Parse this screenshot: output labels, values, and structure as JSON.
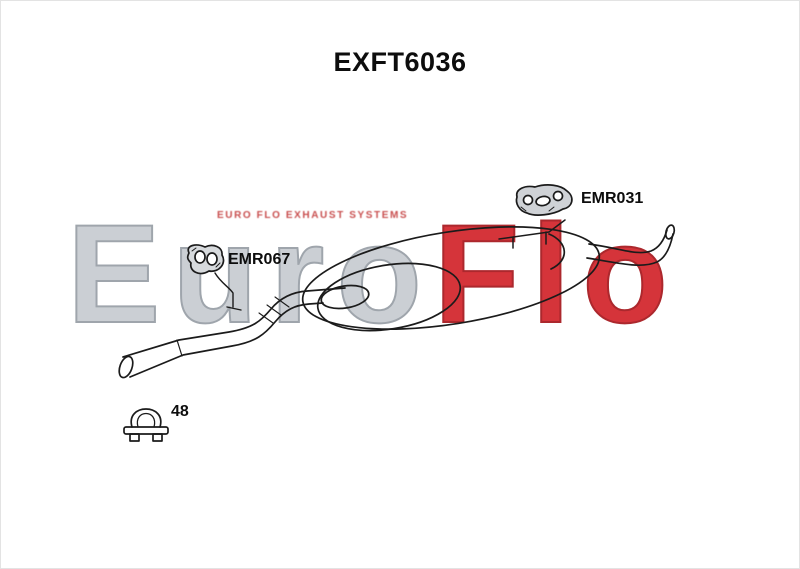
{
  "page": {
    "title": "EXFT6036",
    "background": "#ffffff"
  },
  "watermark": {
    "part1": "Euro",
    "part2": "Flo",
    "gray_color": "#c9cdd2",
    "red_color": "#d2232a",
    "tagline": "EURO FLO EXHAUST SYSTEMS"
  },
  "parts": {
    "gasket": {
      "label": "EMR031"
    },
    "mount": {
      "label": "EMR067"
    },
    "clamp": {
      "label": "48"
    }
  }
}
